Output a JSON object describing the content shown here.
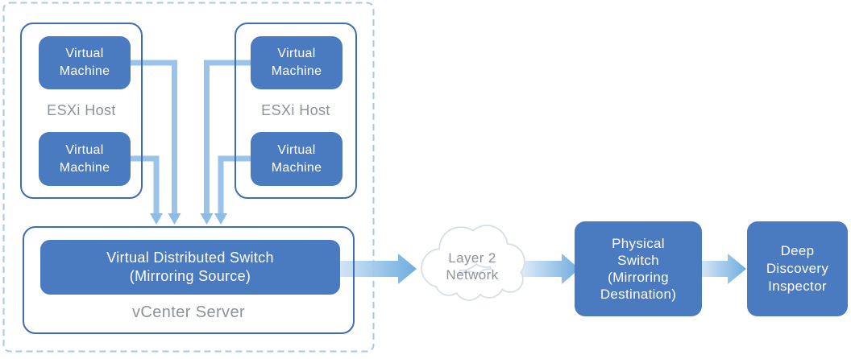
{
  "virtual_env": {
    "hosts": [
      {
        "label": "ESXi Host",
        "vms": [
          "Virtual Machine",
          "Virtual Machine"
        ]
      },
      {
        "label": "ESXi Host",
        "vms": [
          "Virtual Machine",
          "Virtual Machine"
        ]
      }
    ],
    "vcenter": {
      "label": "vCenter Server",
      "vds_lines": [
        "Virtual Distributed Switch",
        "(Mirroring Source)"
      ]
    }
  },
  "cloud": {
    "lines": [
      "Layer 2",
      "Network"
    ]
  },
  "physical_switch": {
    "lines": [
      "Physical",
      "Switch",
      "(Mirroring",
      "Destination)"
    ]
  },
  "inspector": {
    "lines": [
      "Deep",
      "Discovery",
      "Inspector"
    ]
  },
  "colors": {
    "box_blue": "#4a7bc1",
    "outline_blue": "#3e6db6",
    "connector_blue": "#9ac3e9",
    "connector_arrowhead_blue": "#8cbce7",
    "dashed_border_blue": "#a3c8ea",
    "arrow_gradient_start": "#dcebf8",
    "arrow_gradient_end": "#6facdf",
    "cloud_outline": "#d6dee6",
    "label_gray": "#8d9299"
  }
}
